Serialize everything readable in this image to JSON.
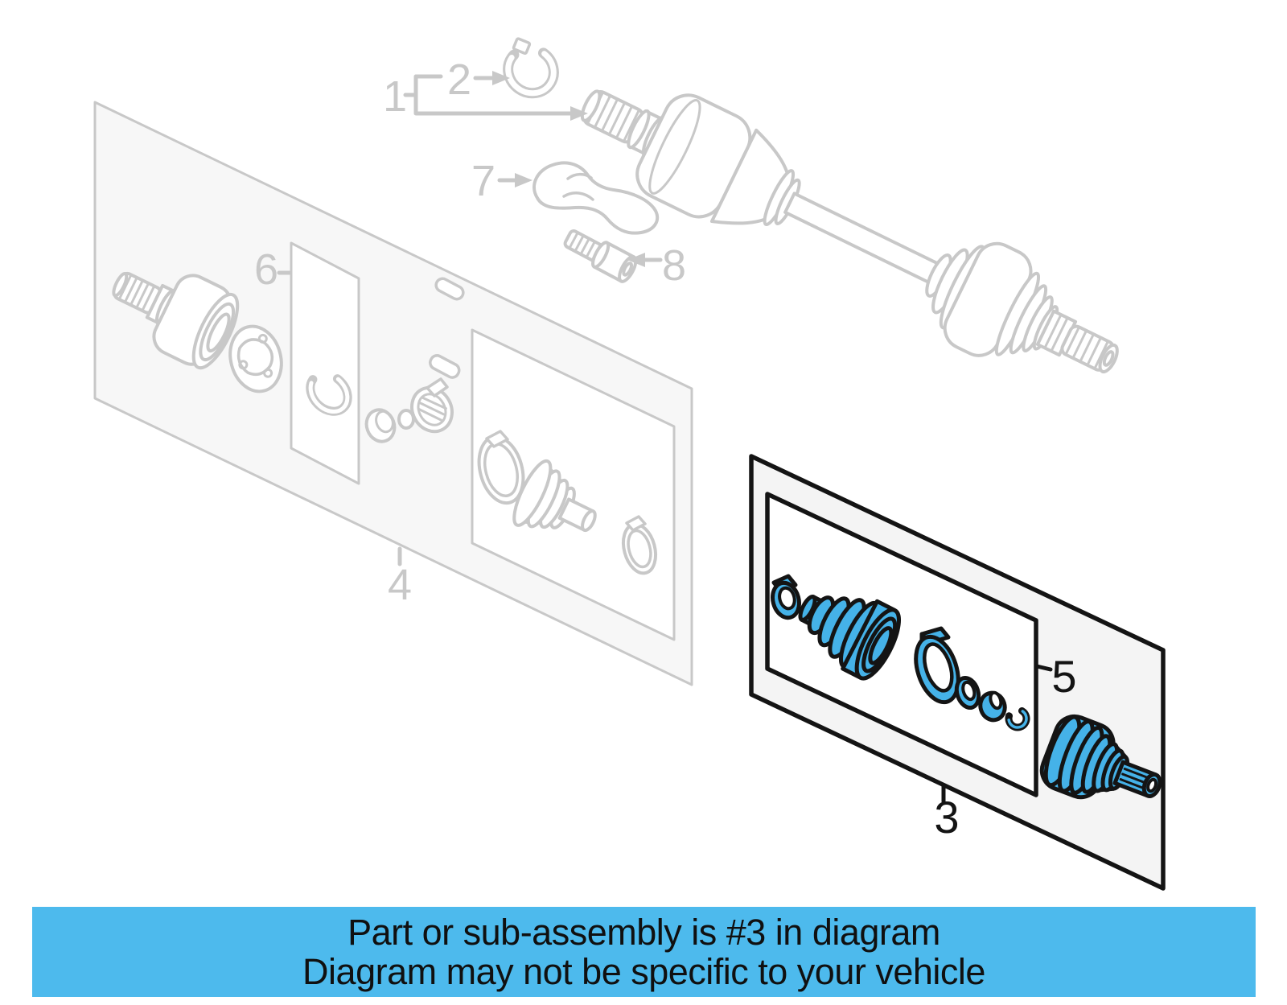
{
  "banner": {
    "lines": [
      "Part or sub-assembly is #3 in diagram",
      "Diagram may not be specific to your vehicle"
    ],
    "background": "#4dbaed",
    "text_color": "#101010"
  },
  "diagram": {
    "callouts": [
      "1",
      "2",
      "3",
      "4",
      "5",
      "6",
      "7",
      "8"
    ],
    "highlighted_callout": "3",
    "colors": {
      "highlight_fill": "#45b2e8",
      "highlight_outline": "#141414",
      "ghost_line": "#c8c8c8",
      "ghost_panel": "#f7f7f7",
      "highlight_panel": "#f4f4f4",
      "white": "#ffffff"
    }
  }
}
